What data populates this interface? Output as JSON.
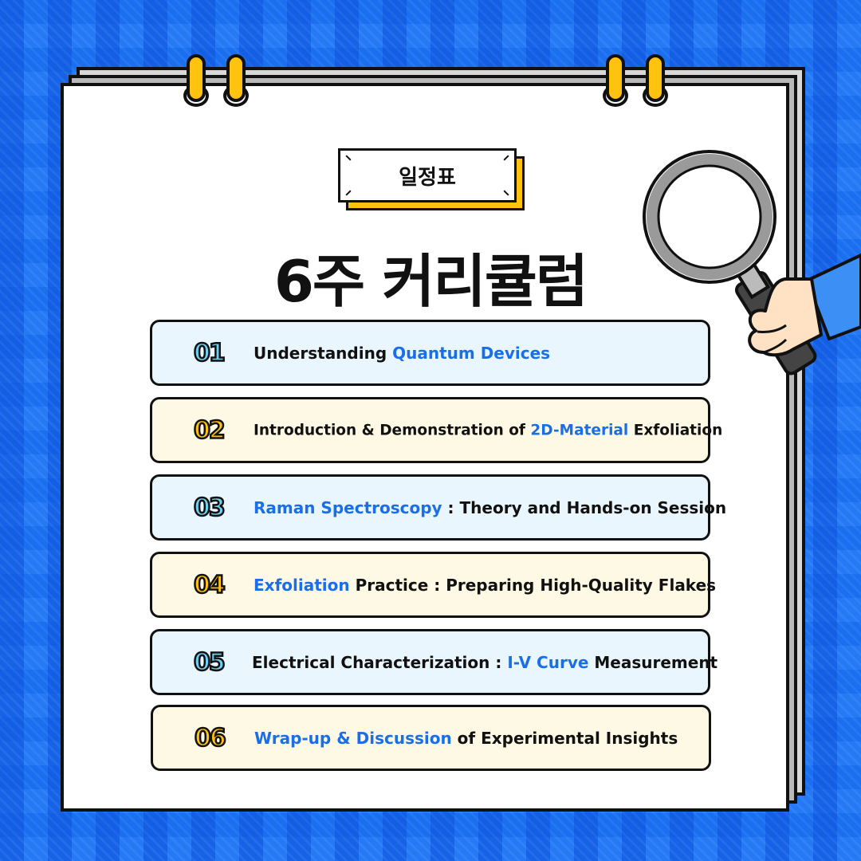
{
  "header": {
    "tag_label": "일정표",
    "title": "6주 커리큘럼"
  },
  "colors": {
    "background": "#1a6ff0",
    "accent_yellow": "#ffc20e",
    "accent_blue_text": "#1a6ee6",
    "number_blue": "#6fd0f3",
    "row_blue": "#eaf6fd",
    "row_yellow": "#fdf9e4"
  },
  "icons": [
    "magnifier-icon",
    "hand-icon",
    "binder-ring-icon"
  ],
  "schedule": [
    {
      "number": "01",
      "parts": [
        "Understanding ",
        "Quantum Devices",
        ""
      ]
    },
    {
      "number": "02",
      "parts": [
        "Introduction & Demonstration of ",
        "2D-Material",
        " Exfoliation"
      ]
    },
    {
      "number": "03",
      "parts": [
        "",
        "Raman Spectroscopy",
        " : Theory and Hands-on Session"
      ]
    },
    {
      "number": "04",
      "parts": [
        "",
        "Exfoliation",
        " Practice : Preparing High-Quality Flakes"
      ]
    },
    {
      "number": "05",
      "parts": [
        "Electrical Characterization : ",
        "I-V Curve",
        " Measurement"
      ]
    },
    {
      "number": "06",
      "parts": [
        "",
        "Wrap-up & Discussion",
        " of Experimental Insights"
      ]
    }
  ]
}
